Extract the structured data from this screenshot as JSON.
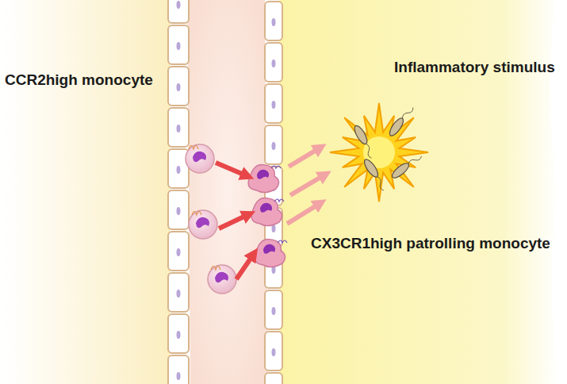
{
  "diagram": {
    "labels": [
      "CCR2high monocyte",
      "Inflammatory stimulus",
      "CX3CR1high patrolling monocyte"
    ]
  }
}
